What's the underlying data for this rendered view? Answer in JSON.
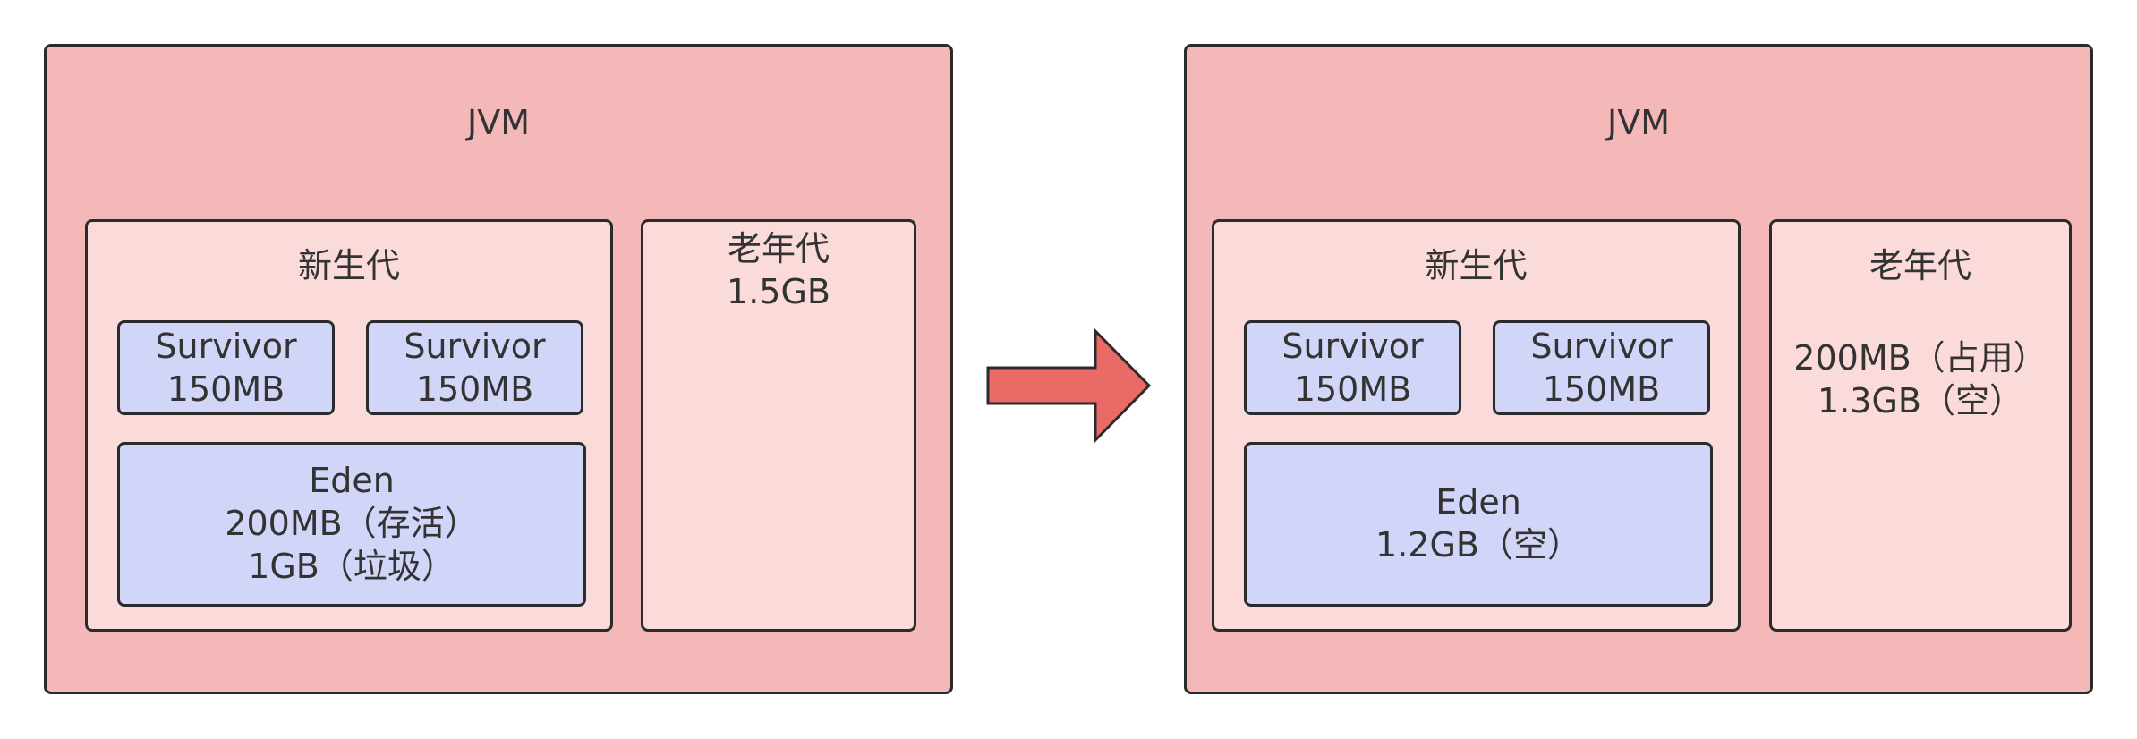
{
  "colors": {
    "jvm_fill": "#f5b8b8",
    "region_fill": "#fadbda",
    "cell_fill": "#d1d5f8",
    "arrow_fill": "#ea6b66",
    "border": "#2b2b2b"
  },
  "before": {
    "jvm_label": "JVM",
    "young": {
      "label": "新生代",
      "survivor_a": "Survivor\n150MB",
      "survivor_b": "Survivor\n150MB",
      "eden": "Eden\n200MB（存活）\n1GB（垃圾）"
    },
    "old": {
      "text": "老年代\n1.5GB"
    }
  },
  "arrow_icon": "right-arrow-icon",
  "after": {
    "jvm_label": "JVM",
    "young": {
      "label": "新生代",
      "survivor_a": "Survivor\n150MB",
      "survivor_b": "Survivor\n150MB",
      "eden": "Eden\n1.2GB（空）"
    },
    "old": {
      "label": "老年代",
      "contents": "200MB（占用）\n1.3GB（空）"
    }
  }
}
